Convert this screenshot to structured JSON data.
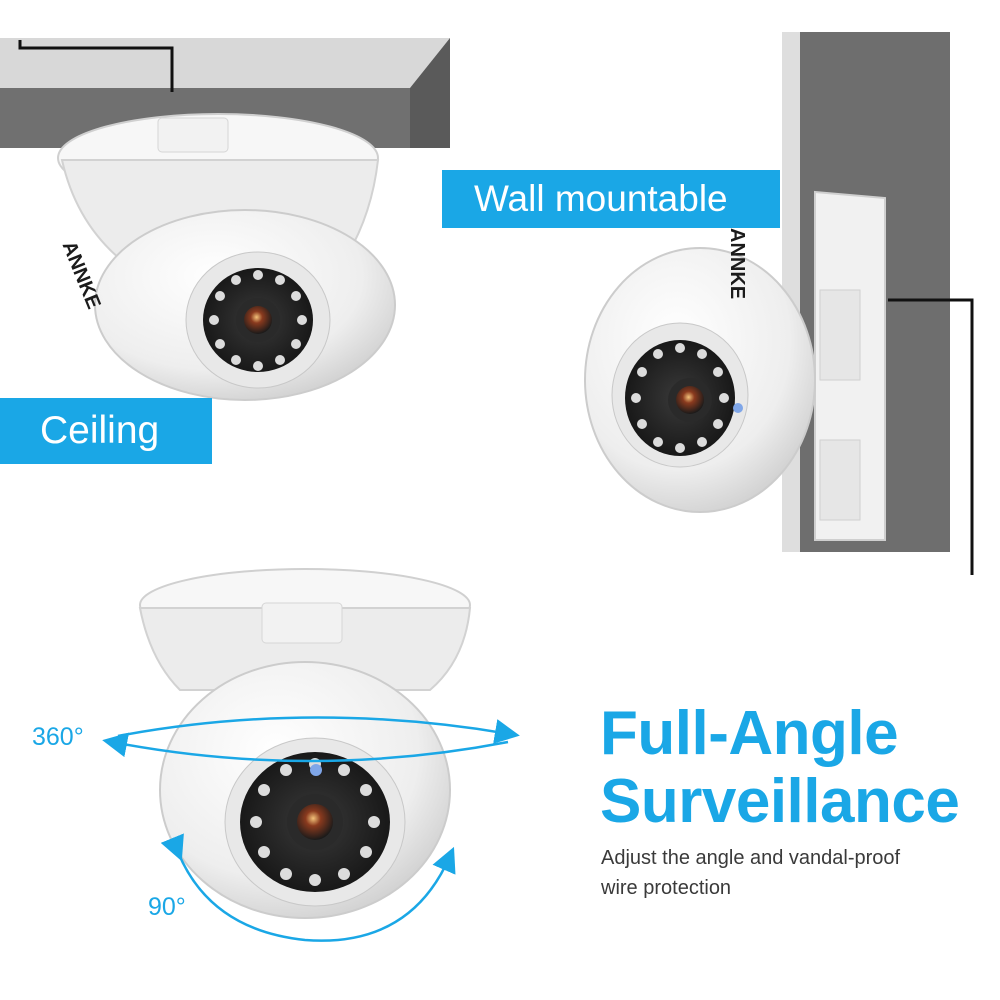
{
  "labels": {
    "ceiling": "Ceiling",
    "wall": "Wall mountable"
  },
  "brand": "ANNKE",
  "headline": {
    "line1": "Full-Angle",
    "line2": "Surveillance"
  },
  "subtitle": {
    "line1": "Adjust the angle and vandal-proof",
    "line2": "wire protection"
  },
  "angles": {
    "horizontal": "360°",
    "vertical": "90°"
  },
  "colors": {
    "accent": "#1aa7e6",
    "wall": "#6e6e6e",
    "camera_body": "#f4f4f4"
  }
}
